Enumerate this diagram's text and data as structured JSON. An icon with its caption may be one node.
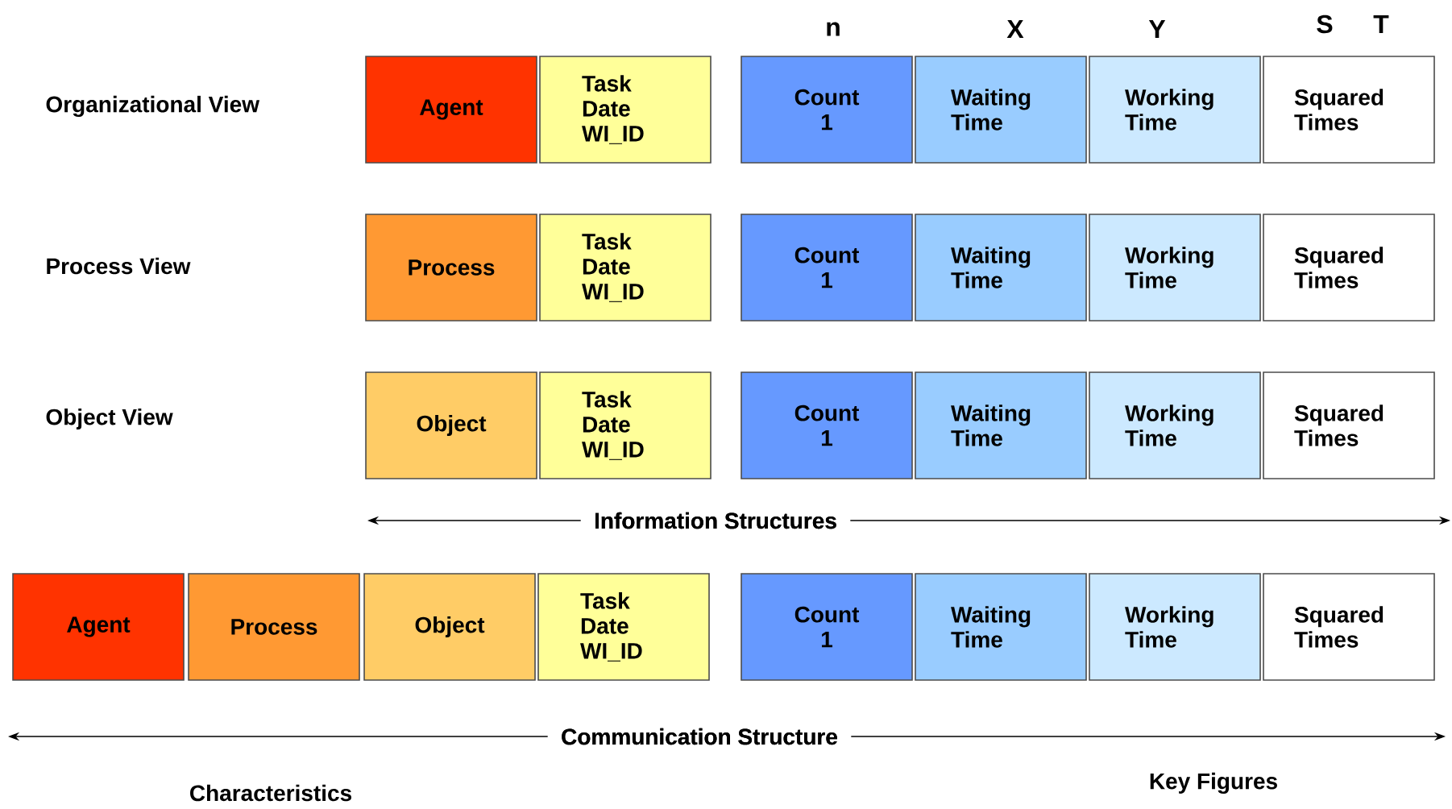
{
  "diagram": {
    "nodes": [
      {
        "text": [
          "Agent"
        ]
      },
      {
        "text": [
          "Task Date WI_ID"
        ]
      },
      {
        "text": [
          "Count 1"
        ]
      },
      {
        "text": [
          "Waiting Time"
        ]
      },
      {
        "text": [
          "Working Time"
        ]
      },
      {
        "text": [
          "Squared Times"
        ]
      },
      {
        "text": [
          "Process"
        ]
      },
      {
        "text": [
          "Task Date WI_ID"
        ]
      },
      {
        "text": [
          "Count 1"
        ]
      },
      {
        "text": [
          "Waiting Time"
        ]
      },
      {
        "text": [
          "Working Time"
        ]
      },
      {
        "text": [
          "Squared Times"
        ]
      },
      {
        "text": [
          "Object"
        ]
      },
      {
        "text": [
          "Task Date WI_ID"
        ]
      },
      {
        "text": [
          "Count 1"
        ]
      },
      {
        "text": [
          "Waiting Time"
        ]
      },
      {
        "text": [
          "Working Time"
        ]
      },
      {
        "text": [
          "Squared Times"
        ]
      },
      {
        "text": [
          "Agent"
        ]
      },
      {
        "text": [
          "Process"
        ]
      },
      {
        "text": [
          "Object"
        ]
      },
      {
        "text": [
          "Task Date WI_ID"
        ]
      },
      {
        "text": [
          "Count 1"
        ]
      },
      {
        "text": [
          "Waiting Time"
        ]
      },
      {
        "text": [
          "Working Time"
        ]
      },
      {
        "text": [
          "Squared Times"
        ]
      }
    ],
    "labels": [
      "n",
      "X",
      "Y",
      "S",
      "T",
      "Organizational View",
      "Process View",
      "Object View",
      "Information Structures",
      "Communication Structure",
      "Characteristics",
      "Key Figures"
    ]
  }
}
